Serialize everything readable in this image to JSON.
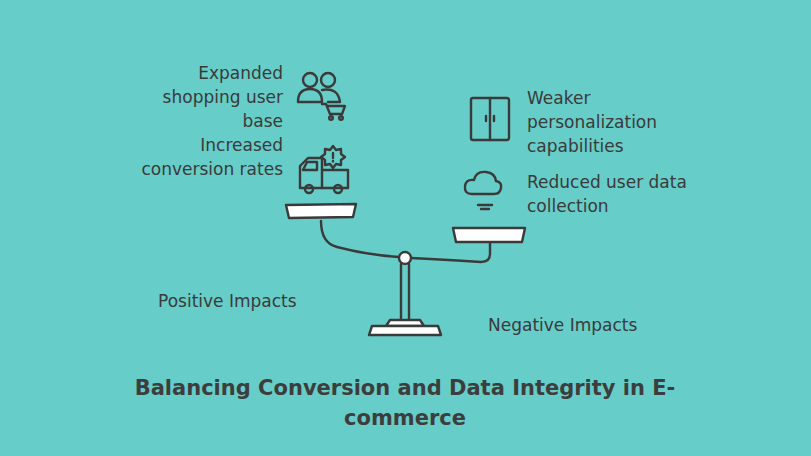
{
  "diagram": {
    "title": "Balancing Conversion and Data Integrity in E-commerce",
    "labels": [
      "Expanded shopping user base",
      "Increased conversion rates",
      "Weaker personalization capabilities",
      "Reduced user data collection",
      "Positive Impacts",
      "Negative Impacts"
    ]
  }
}
